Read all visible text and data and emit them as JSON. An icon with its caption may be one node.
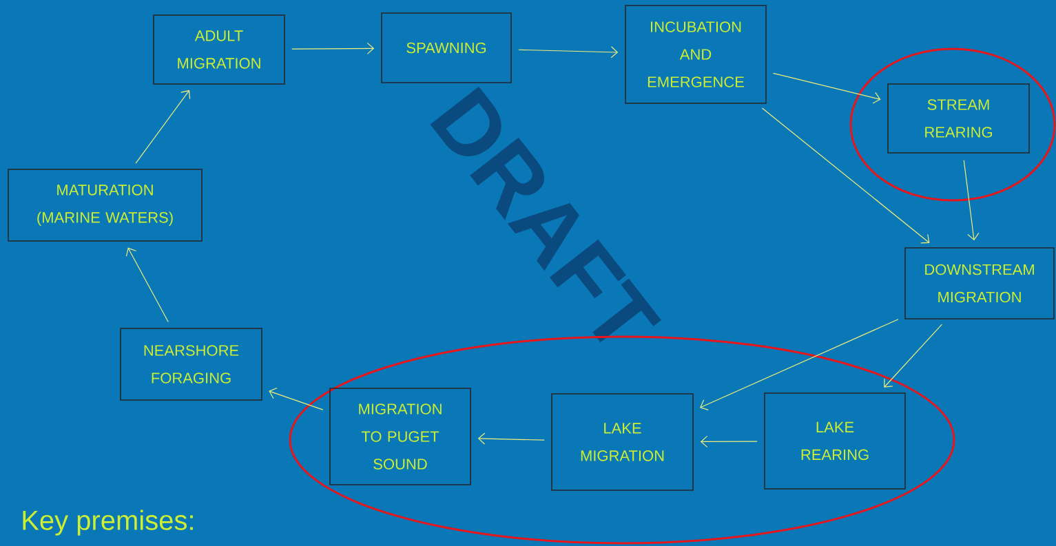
{
  "diagram": {
    "nodes": [
      {
        "text": [
          "ADULT MIGRATION"
        ]
      },
      {
        "text": [
          "SPAWNING"
        ]
      },
      {
        "text": [
          "INCUBATION AND EMERGENCE"
        ]
      },
      {
        "text": [
          "STREAM REARING"
        ]
      },
      {
        "text": [
          "DOWNSTREAM MIGRATION"
        ]
      },
      {
        "text": [
          "LAKE REARING"
        ]
      },
      {
        "text": [
          "LAKE MIGRATION"
        ]
      },
      {
        "text": [
          "MIGRATION TO PUGET SOUND"
        ]
      },
      {
        "text": [
          "NEARSHORE FORAGING"
        ]
      },
      {
        "text": [
          "MATURATION (MARINE WATERS)"
        ]
      }
    ],
    "edges": [
      {
        "from": 0,
        "to": 1,
        "arrow": "to"
      },
      {
        "from": 1,
        "to": 2,
        "arrow": "to"
      },
      {
        "from": 2,
        "to": 3,
        "arrow": "to"
      },
      {
        "from": 2,
        "to": 4,
        "arrow": "to"
      },
      {
        "from": 3,
        "to": 4,
        "arrow": "to"
      },
      {
        "from": 4,
        "to": 6,
        "arrow": "to"
      },
      {
        "from": 4,
        "to": 5,
        "arrow": "to"
      },
      {
        "from": 5,
        "to": 6,
        "arrow": "to"
      },
      {
        "from": 6,
        "to": 7,
        "arrow": "to"
      },
      {
        "from": 7,
        "to": 8,
        "arrow": "to"
      },
      {
        "from": 8,
        "to": 9,
        "arrow": "to"
      },
      {
        "from": 9,
        "to": 0,
        "arrow": "to"
      }
    ],
    "labels": [
      "DRAFT",
      "Key premises:"
    ]
  }
}
